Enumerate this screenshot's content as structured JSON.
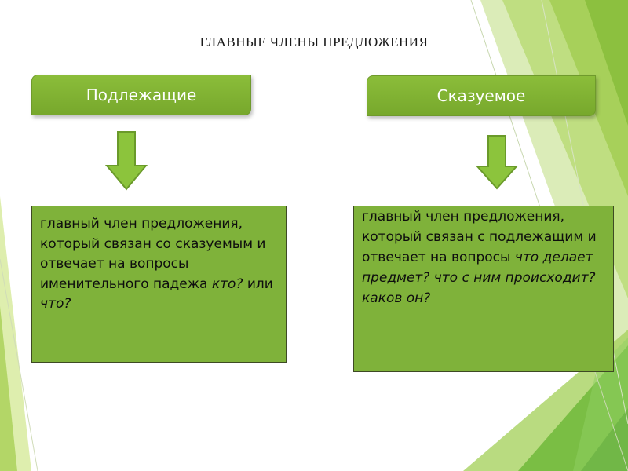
{
  "title": "ГЛАВНЫЕ ЧЛЕНЫ ПРЕДЛОЖЕНИЯ",
  "left": {
    "heading": "Подлежащие",
    "definition": {
      "text": "главный член предложения, который связан со сказуемым и отвечает на вопросы именительного падежа ",
      "q1": "кто?",
      "mid": " или ",
      "q2": "что?"
    }
  },
  "right": {
    "heading": "Сказуемое",
    "definition": {
      "text": "главный член предложения, который связан с подлежащим и отвечает на вопросы ",
      "questions": "что делает предмет? что с ним происходит? каков он?"
    }
  },
  "colors": {
    "box_green": "#7fb23a",
    "heading_green": "#8bbd3a",
    "arrow_green": "#8cc43c",
    "deco_light": "#c9e28a",
    "deco_dark": "#4f9a2a"
  }
}
